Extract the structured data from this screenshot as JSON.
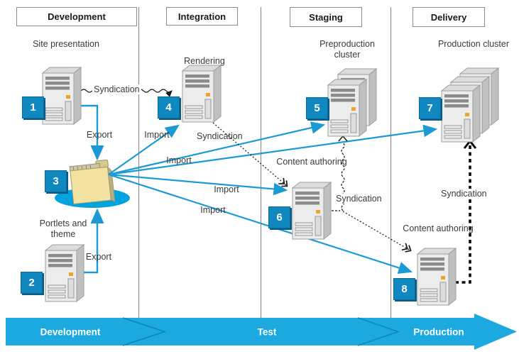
{
  "columns": [
    {
      "label": "Development"
    },
    {
      "label": "Integration"
    },
    {
      "label": "Staging"
    },
    {
      "label": "Delivery"
    }
  ],
  "nodes": {
    "site_presentation": "Site presentation",
    "portlets_theme": "Portlets and theme",
    "rendering": "Rendering",
    "preproduction_cluster": "Preproduction cluster",
    "content_authoring_staging": "Content authoring",
    "production_cluster": "Production cluster",
    "content_authoring_delivery": "Content authoring"
  },
  "badges": {
    "site": "1",
    "portlets": "2",
    "folder": "3",
    "rendering": "4",
    "preprod": "5",
    "authoring_staging": "6",
    "production": "7",
    "authoring_delivery": "8"
  },
  "edge_labels": {
    "export_site": "Export",
    "export_portlets": "Export",
    "import_rendering": "Import",
    "import_preprod": "Import",
    "import_authoring_staging": "Import",
    "import_authoring_delivery": "Import",
    "synd_site_rendering": "Syndication",
    "synd_rendering_authoring": "Syndication",
    "synd_authoring_preprod": "Syndication",
    "synd_authoring_production": "Syndication"
  },
  "banner": {
    "phases": [
      {
        "label": "Development"
      },
      {
        "label": "Test"
      },
      {
        "label": "Production"
      }
    ]
  },
  "colors": {
    "arrow_blue": "#1b9ad6",
    "banner_blue": "#1ca9e0",
    "badge_blue": "#1187bf",
    "folder_yellow": "#f2e3a2",
    "ellipse_blue": "#00a3de"
  }
}
